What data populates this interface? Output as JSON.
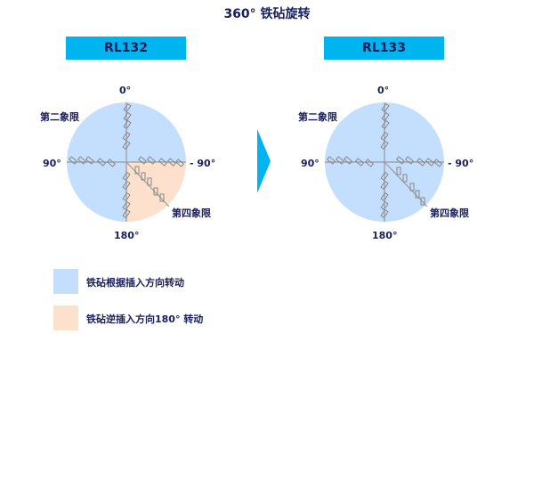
{
  "title": "360°  铁砧旋转",
  "colors": {
    "accent": "#00b4f0",
    "text": "#1a1f5c",
    "rotate_by_direction": "#c4defe",
    "rotate_reverse_180": "#fde1cc",
    "axis": "#999999"
  },
  "panels": [
    {
      "name": "RL132",
      "labels": {
        "top": "0°",
        "left": "90°",
        "right": "- 90°",
        "bottom": "180°",
        "q2": "第二象限",
        "q4": "第四象限"
      },
      "fourth_quadrant_reversed": true
    },
    {
      "name": "RL133",
      "labels": {
        "top": "0°",
        "left": "90°",
        "right": "- 90°",
        "bottom": "180°",
        "q2": "第二象限",
        "q4": "第四象限"
      },
      "fourth_quadrant_reversed": false
    }
  ],
  "transition_icon": "arrow-right-icon",
  "legend": [
    {
      "color": "#c4defe",
      "label": "铁砧根据插入方向转动"
    },
    {
      "color": "#fde1cc",
      "label": "铁砧逆插入方向180°  转动"
    }
  ]
}
